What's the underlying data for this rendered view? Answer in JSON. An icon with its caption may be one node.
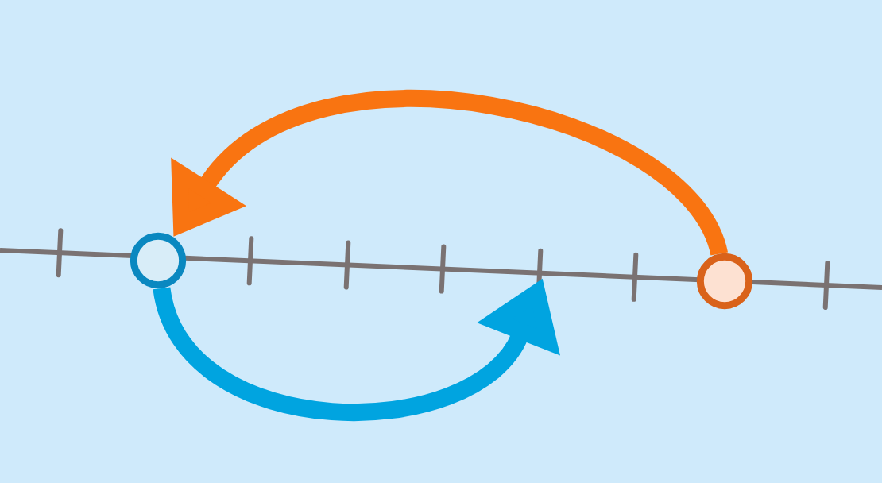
{
  "diagram": {
    "nodes": [
      {
        "text": [],
        "shape": "circle"
      },
      {
        "text": [],
        "shape": "circle"
      }
    ],
    "edges": [
      {
        "from": 1,
        "to": 0,
        "arrow": "to",
        "color": "#f97411"
      },
      {
        "from": 0,
        "to": null,
        "arrow": "to",
        "color": "#00a4e0"
      }
    ]
  }
}
